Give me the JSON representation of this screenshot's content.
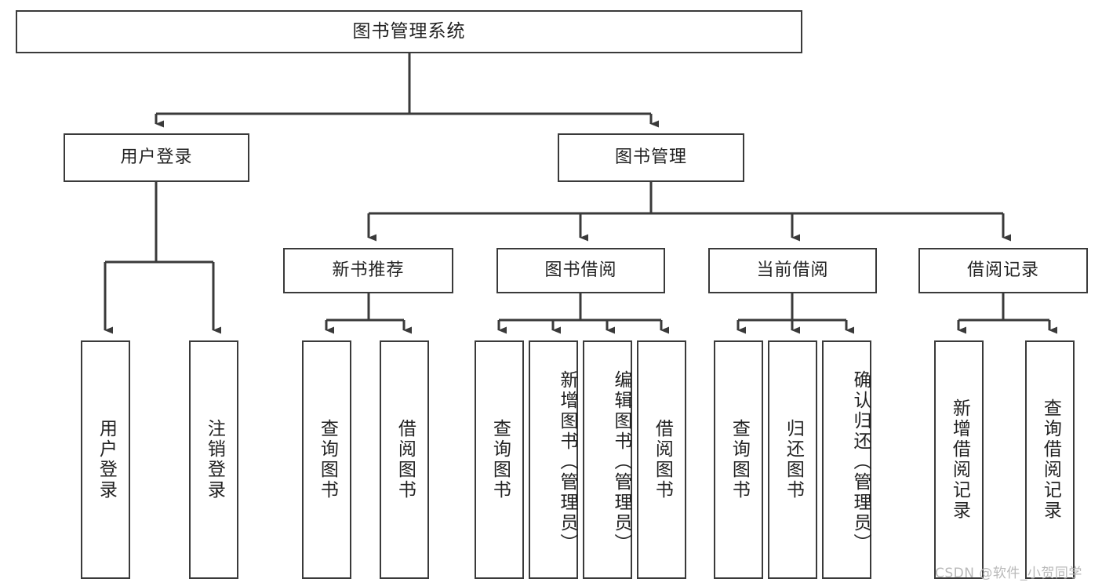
{
  "diagram": {
    "title": "图书管理系统",
    "type": "hierarchy-tree",
    "root": {
      "label": "图书管理系统"
    },
    "level2": [
      {
        "label": "用户登录"
      },
      {
        "label": "图书管理"
      }
    ],
    "level3": [
      {
        "label": "新书推荐"
      },
      {
        "label": "图书借阅"
      },
      {
        "label": "当前借阅"
      },
      {
        "label": "借阅记录"
      }
    ],
    "leaves": {
      "user_login": [
        {
          "label": "用户登录"
        },
        {
          "label": "注销登录"
        }
      ],
      "new_book_recommend": [
        {
          "label": "查询图书"
        },
        {
          "label": "借阅图书"
        }
      ],
      "book_borrow": [
        {
          "label": "查询图书"
        },
        {
          "label": "新增图书（管理员）"
        },
        {
          "label": "编辑图书（管理员）"
        },
        {
          "label": "借阅图书"
        }
      ],
      "current_borrow": [
        {
          "label": "查询图书"
        },
        {
          "label": "归还图书"
        },
        {
          "label": "确认归还（管理员）"
        }
      ],
      "borrow_record": [
        {
          "label": "新增借阅记录"
        },
        {
          "label": "查询借阅记录"
        }
      ]
    }
  },
  "watermark": {
    "text": "CSDN @软件_小贺同学"
  },
  "colors": {
    "border": "#3a3a3a",
    "text": "#222222",
    "background": "#ffffff",
    "watermark": "#b9b9b9"
  }
}
